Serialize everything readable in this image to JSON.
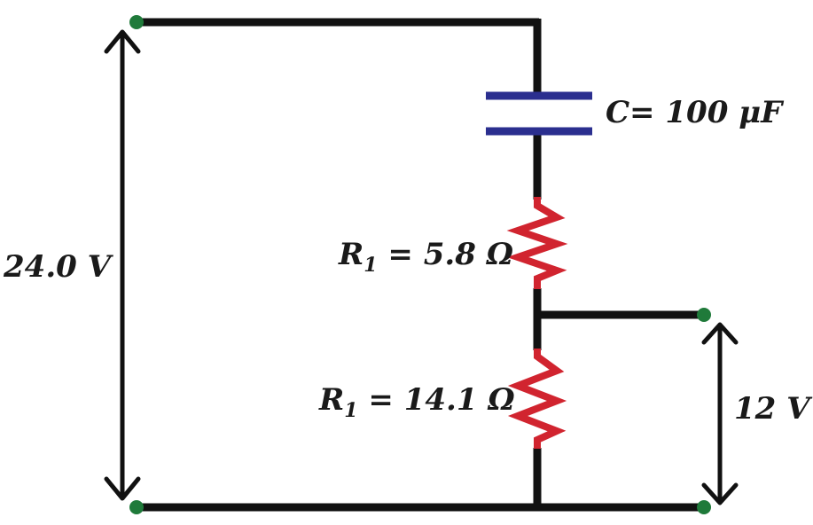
{
  "labels": {
    "capacitor": "C= 100 μF",
    "source_voltage": "24.0 V",
    "resistor_top_symbol": "R",
    "resistor_top_subscript": "1",
    "resistor_top_value": " = 5.8 Ω",
    "resistor_bottom_symbol": "R",
    "resistor_bottom_subscript": "1",
    "resistor_bottom_value": " = 14.1 Ω",
    "output_voltage": "12 V"
  },
  "colors": {
    "wire": "#111111",
    "capacitor": "#2b2f8f",
    "resistor": "#d1242f",
    "terminal": "#1f7a3a",
    "text": "#1a1a1a"
  }
}
